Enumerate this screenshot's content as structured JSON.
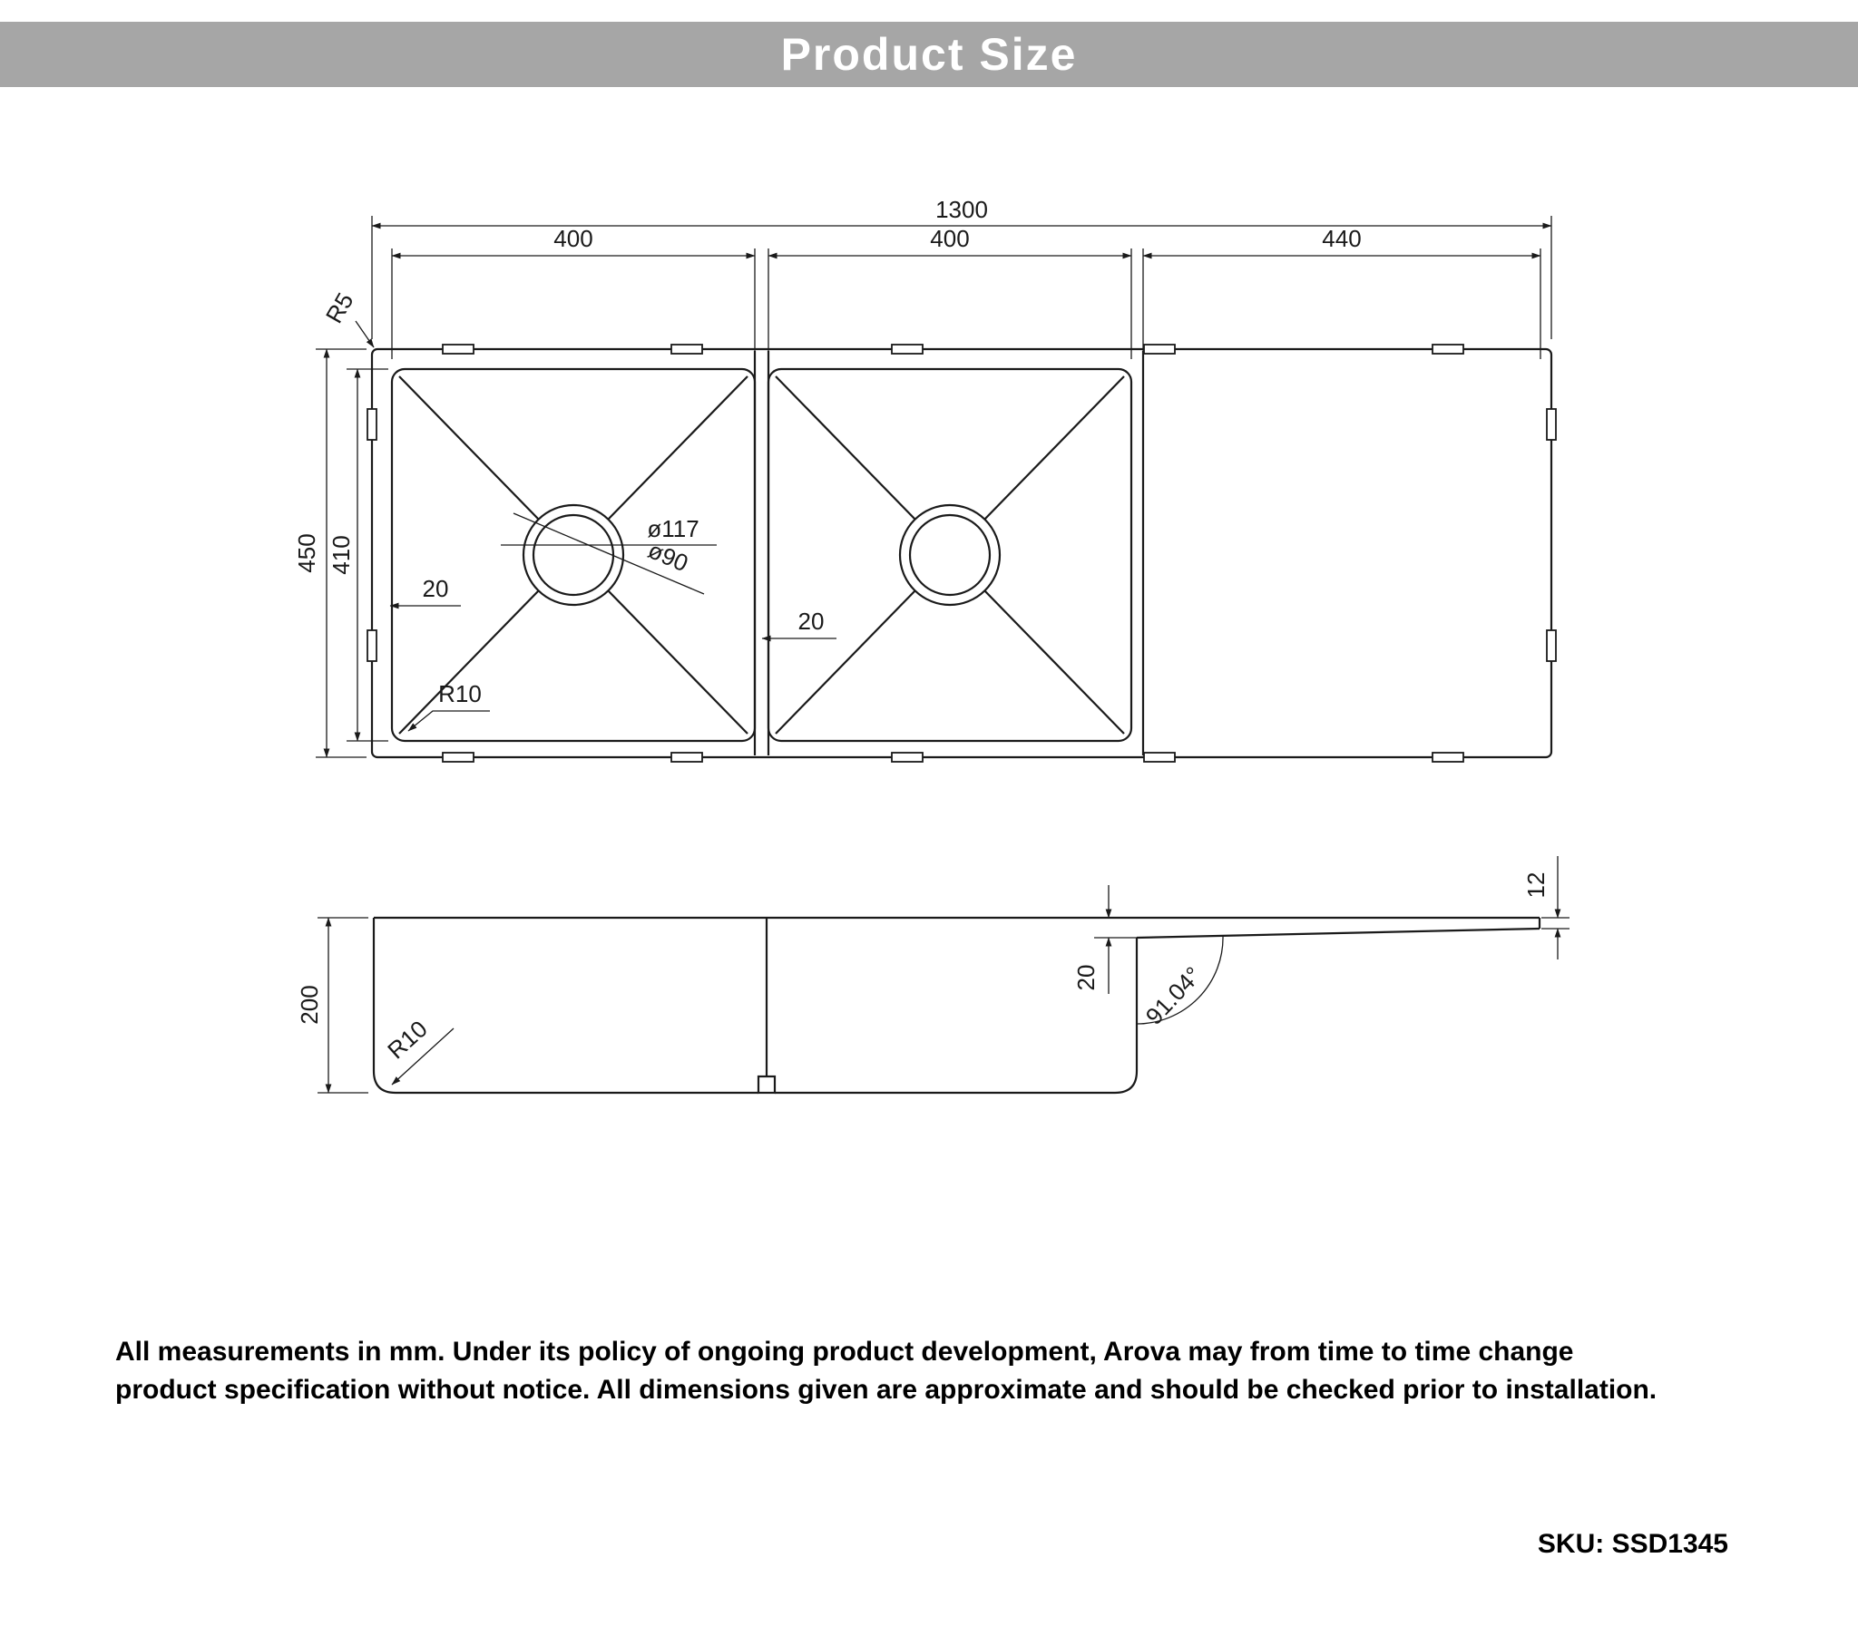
{
  "header": {
    "title": "Product Size"
  },
  "top_view": {
    "overall_width": "1300",
    "bowl1_width": "400",
    "bowl2_width": "400",
    "drainer_width": "440",
    "overall_depth": "450",
    "bowl_depth": "410",
    "rim_corner_radius": "R5",
    "drain_outer_dia": "ø117",
    "drain_inner_dia": "ø90",
    "bowl1_wall_offset": "20",
    "bowl2_wall_offset": "20",
    "bowl_corner_radius": "R10"
  },
  "side_view": {
    "bowl_height": "200",
    "bottom_corner_radius": "R10",
    "drainer_drop": "20",
    "drainer_angle": "91.04°",
    "drainer_thickness": "12"
  },
  "footer": {
    "disclaimer_line1": "All measurements in mm. Under its policy of ongoing product development, Arova may from time to time change",
    "disclaimer_line2": "product specification without notice.  All dimensions given are approximate and should be checked prior to installation.",
    "sku": "SKU: SSD1345"
  },
  "colors": {
    "header_bg": "#a6a6a6",
    "line": "#1a1a1a"
  }
}
